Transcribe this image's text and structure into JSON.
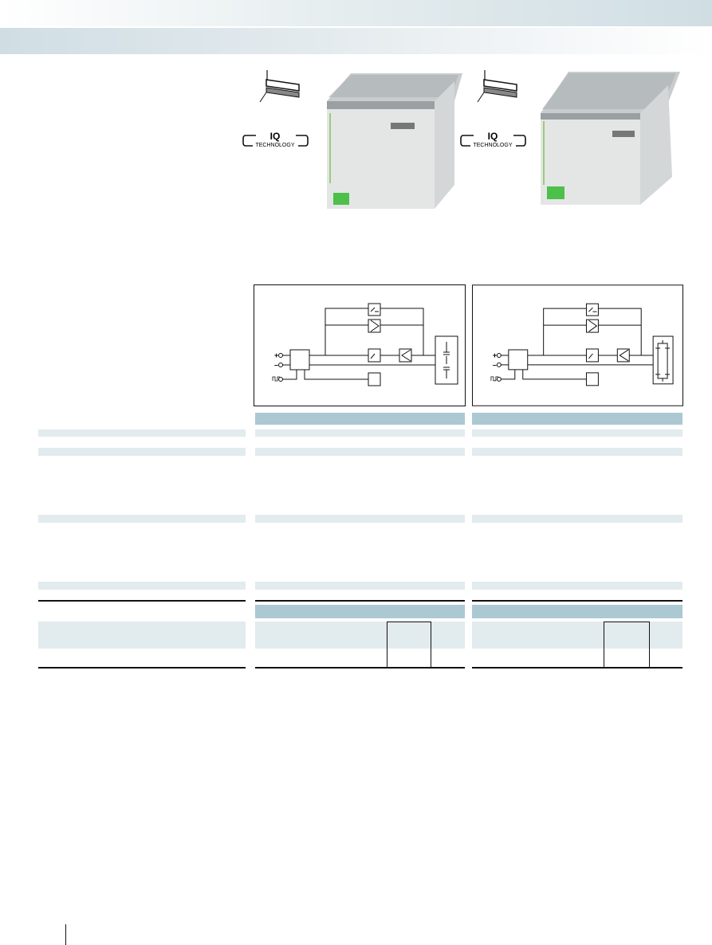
{
  "header": {
    "band_colors": [
      "#ffffff",
      "#d0dee4"
    ]
  },
  "products": [
    {
      "logo": {
        "main": "IQ",
        "sub": "TECHNOLOGY"
      },
      "diagram": {
        "capacitor_columns": 1
      }
    },
    {
      "logo": {
        "main": "IQ",
        "sub": "TECHNOLOGY"
      },
      "diagram": {
        "capacitor_columns": 2
      }
    }
  ],
  "colors": {
    "table_light": "#e2ebee",
    "table_header": "#acc8d3",
    "terminal_green": "#4cc04a"
  }
}
